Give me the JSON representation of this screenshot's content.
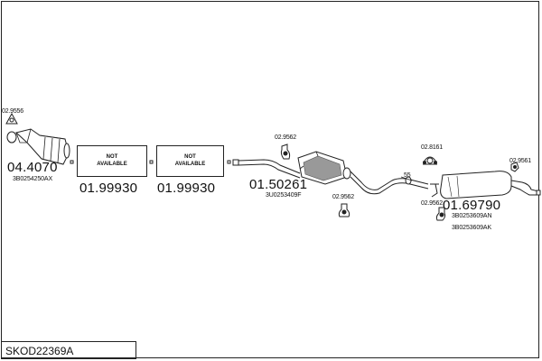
{
  "diagram_id": "SKOD22369A",
  "not_available_text": "NOT AVAILABLE",
  "parts": {
    "cat_converter": {
      "number": "04.4070",
      "oem": "3B0254250AX"
    },
    "gasket_front": {
      "number": "02.9556"
    },
    "placeholder_1": {
      "number": "01.99930"
    },
    "placeholder_2": {
      "number": "01.99930"
    },
    "middle_silencer": {
      "number": "01.50261",
      "oem": "3U0253409F"
    },
    "mount_mid_top": {
      "number": "02.9562"
    },
    "mount_mid_bottom": {
      "number": "02.9562"
    },
    "clamp_rear": {
      "number": "55"
    },
    "rear_silencer": {
      "number": "01.69790",
      "oem": [
        "3B0253609AN",
        "3B0253609AK"
      ]
    },
    "mount_rear_top": {
      "number": "02.8161"
    },
    "mount_rear_left": {
      "number": "02.9562"
    },
    "mount_rear_right": {
      "number": "02.9561"
    }
  },
  "colors": {
    "line": "#222222",
    "fill": "#ffffff",
    "shade": "#888888"
  }
}
